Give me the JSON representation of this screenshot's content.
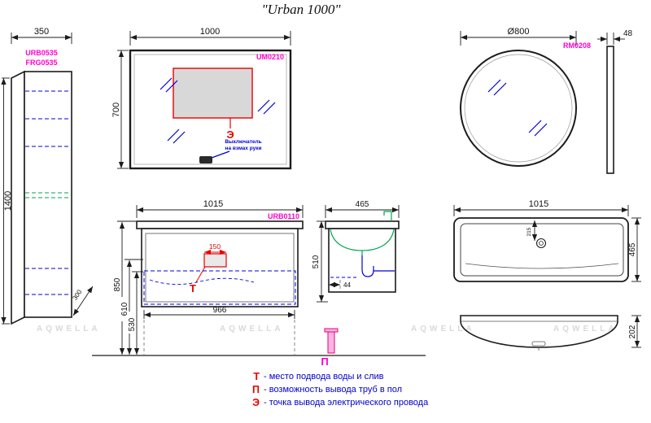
{
  "title": "\"Urban 1000\"",
  "colors": {
    "line": "#1c1c1c",
    "magenta": "#ff00cd",
    "red": "#e80000",
    "blue": "#0000dd",
    "green": "#00a651",
    "panel_fill": "#d8d8d8",
    "pipe_pink": "#ffb3e2"
  },
  "watermark_text": "AQWELLA",
  "tall_cabinet": {
    "code_top": "URB0535",
    "code_bottom": "FRG0535",
    "width_mm": "350",
    "height_mm": "1400",
    "depth_mm": "300"
  },
  "mirror": {
    "code": "UM0210",
    "width_mm": "1000",
    "height_mm": "700",
    "power_label": "Э",
    "note_line1": "Выключатель",
    "note_line2": "на взмах руки"
  },
  "round_mirror": {
    "code": "RM0208",
    "diameter_mm": "Ø800",
    "thickness_mm": "48"
  },
  "vanity_front": {
    "code": "URB0110",
    "width_mm": "1015",
    "bottom_width_mm": "966",
    "cutout_mm": "150",
    "height_floor_mm": "850",
    "height_drain_mm": "610",
    "height_pipe_mm": "530",
    "water_label": "Т"
  },
  "vanity_side": {
    "depth_mm": "465",
    "height_mm": "510",
    "offset_mm": "44"
  },
  "sink_top": {
    "width_mm": "1015",
    "depth_mm": "465",
    "faucet_offset_mm": "215"
  },
  "sink_front": {
    "height_mm": "202"
  },
  "floor_pipe": {
    "label": "П"
  },
  "legend": [
    {
      "letter": "Т",
      "text": "- место подвода воды и слив"
    },
    {
      "letter": "П",
      "text": "- возможность вывода труб в пол"
    },
    {
      "letter": "Э",
      "text": "- точка вывода электрического провода"
    }
  ]
}
